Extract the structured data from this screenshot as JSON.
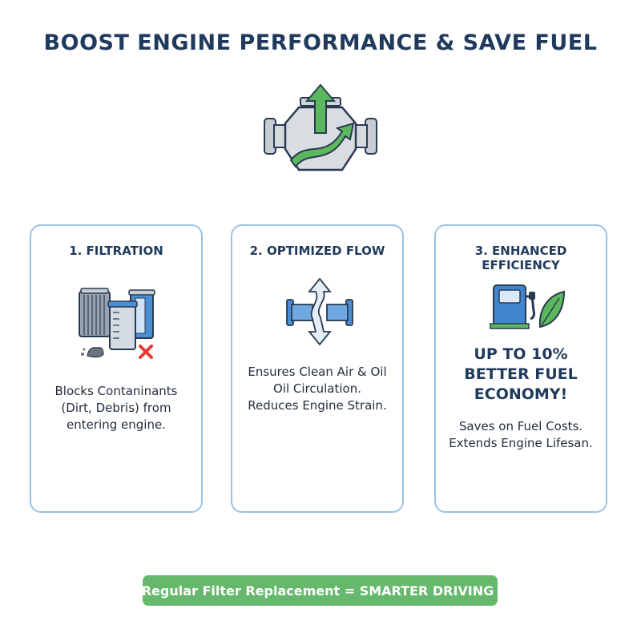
{
  "title": "BOOST ENGINE PERFORMANCE & SAVE FUEL",
  "hero_icon": "engine-arrow-up-icon",
  "cards": [
    {
      "title": "1. FILTRATION",
      "icon": "filters-icon",
      "lines": [
        "Blocks Contaninants",
        "(Dirt, Debris) from",
        "entering engine."
      ]
    },
    {
      "title": "2. OPTIMIZED FLOW",
      "icon": "pipe-flow-icon",
      "lines": [
        "Ensures Clean Air & Oil",
        "Oil Circulation.",
        "Reduces Engine Strain."
      ]
    },
    {
      "title": "3. ENHANCED EFFICIENCY",
      "icon": "fuel-pump-leaf-icon",
      "highlight": [
        "UP TO 10%",
        "BETTER FUEL",
        "ECONOMY!"
      ],
      "lines": [
        "Saves on Fuel Costs.",
        "Extends Engine Lifesan."
      ]
    }
  ],
  "footer": {
    "text": "Regular Filter Replacement = SMARTER DRIVING",
    "icon": "wrench-icon"
  },
  "colors": {
    "title": "#1f3a5c",
    "card_border": "#9cc2e6",
    "footer_bg": "#66b86c",
    "accent_blue": "#3f86cc",
    "accent_green": "#5cb85c"
  }
}
